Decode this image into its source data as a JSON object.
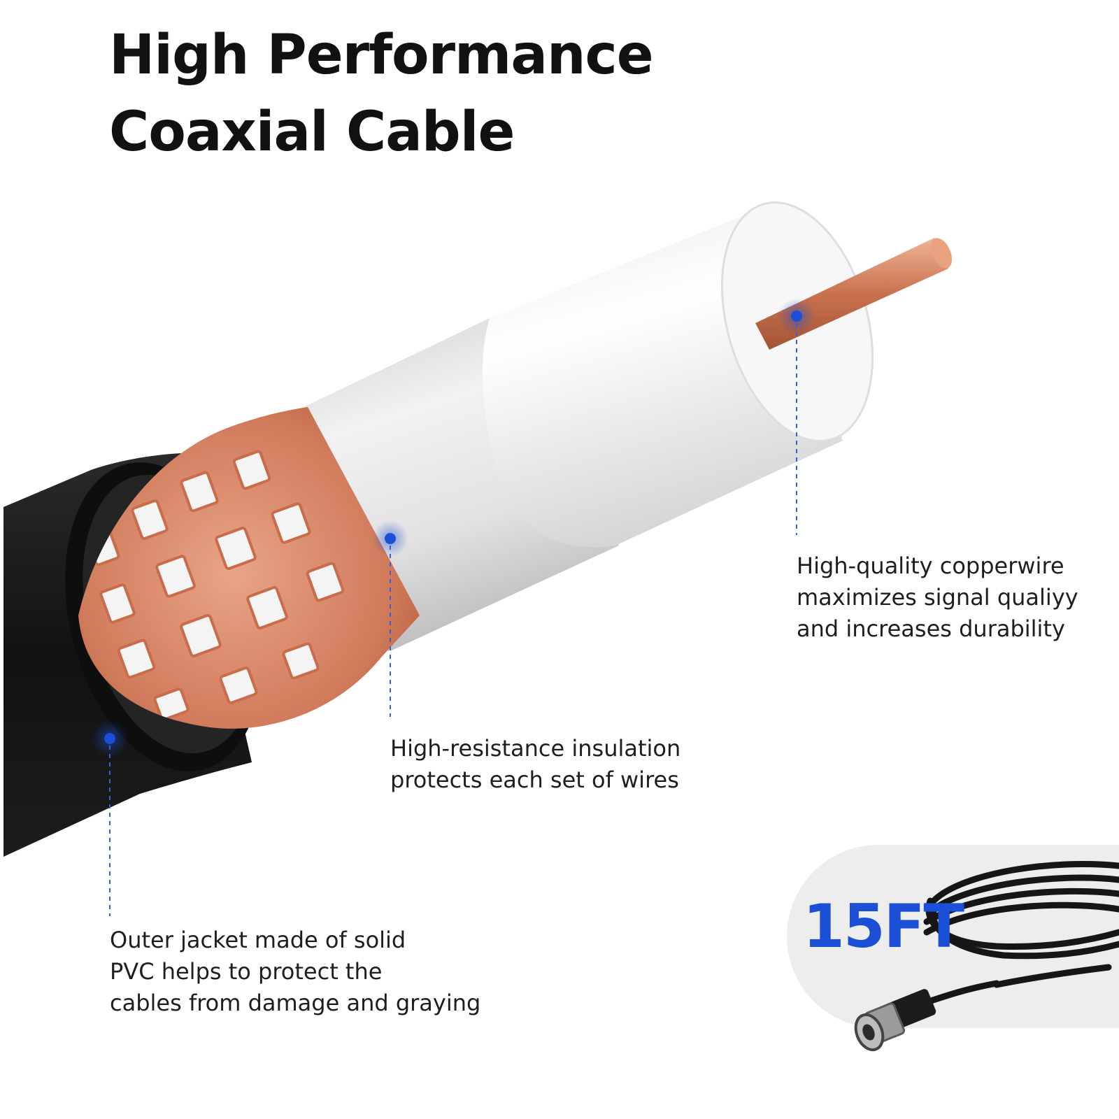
{
  "title": {
    "line1": "High Performance",
    "line2": "Coaxial Cable"
  },
  "callouts": {
    "copper": {
      "lines": [
        "High-quality copperwire",
        "maximizes signal qualiyy",
        "and increases durability"
      ]
    },
    "insulation": {
      "lines": [
        "High-resistance insulation",
        "protects each set of wires"
      ]
    },
    "jacket": {
      "lines": [
        "Outer jacket made of solid",
        "PVC helps to protect the",
        "cables from damage and graying"
      ]
    }
  },
  "length_badge": {
    "label": "15FT"
  },
  "colors": {
    "title": "#111111",
    "body_text": "#1e1e1e",
    "marker": "#1a4fd6",
    "copper": "#d9825f",
    "jacket": "#1a1a1a",
    "insulation": "#e6e6e6",
    "badge_bg": "#ededee"
  },
  "icons": {
    "marker_dot": "callout-dot-icon"
  }
}
